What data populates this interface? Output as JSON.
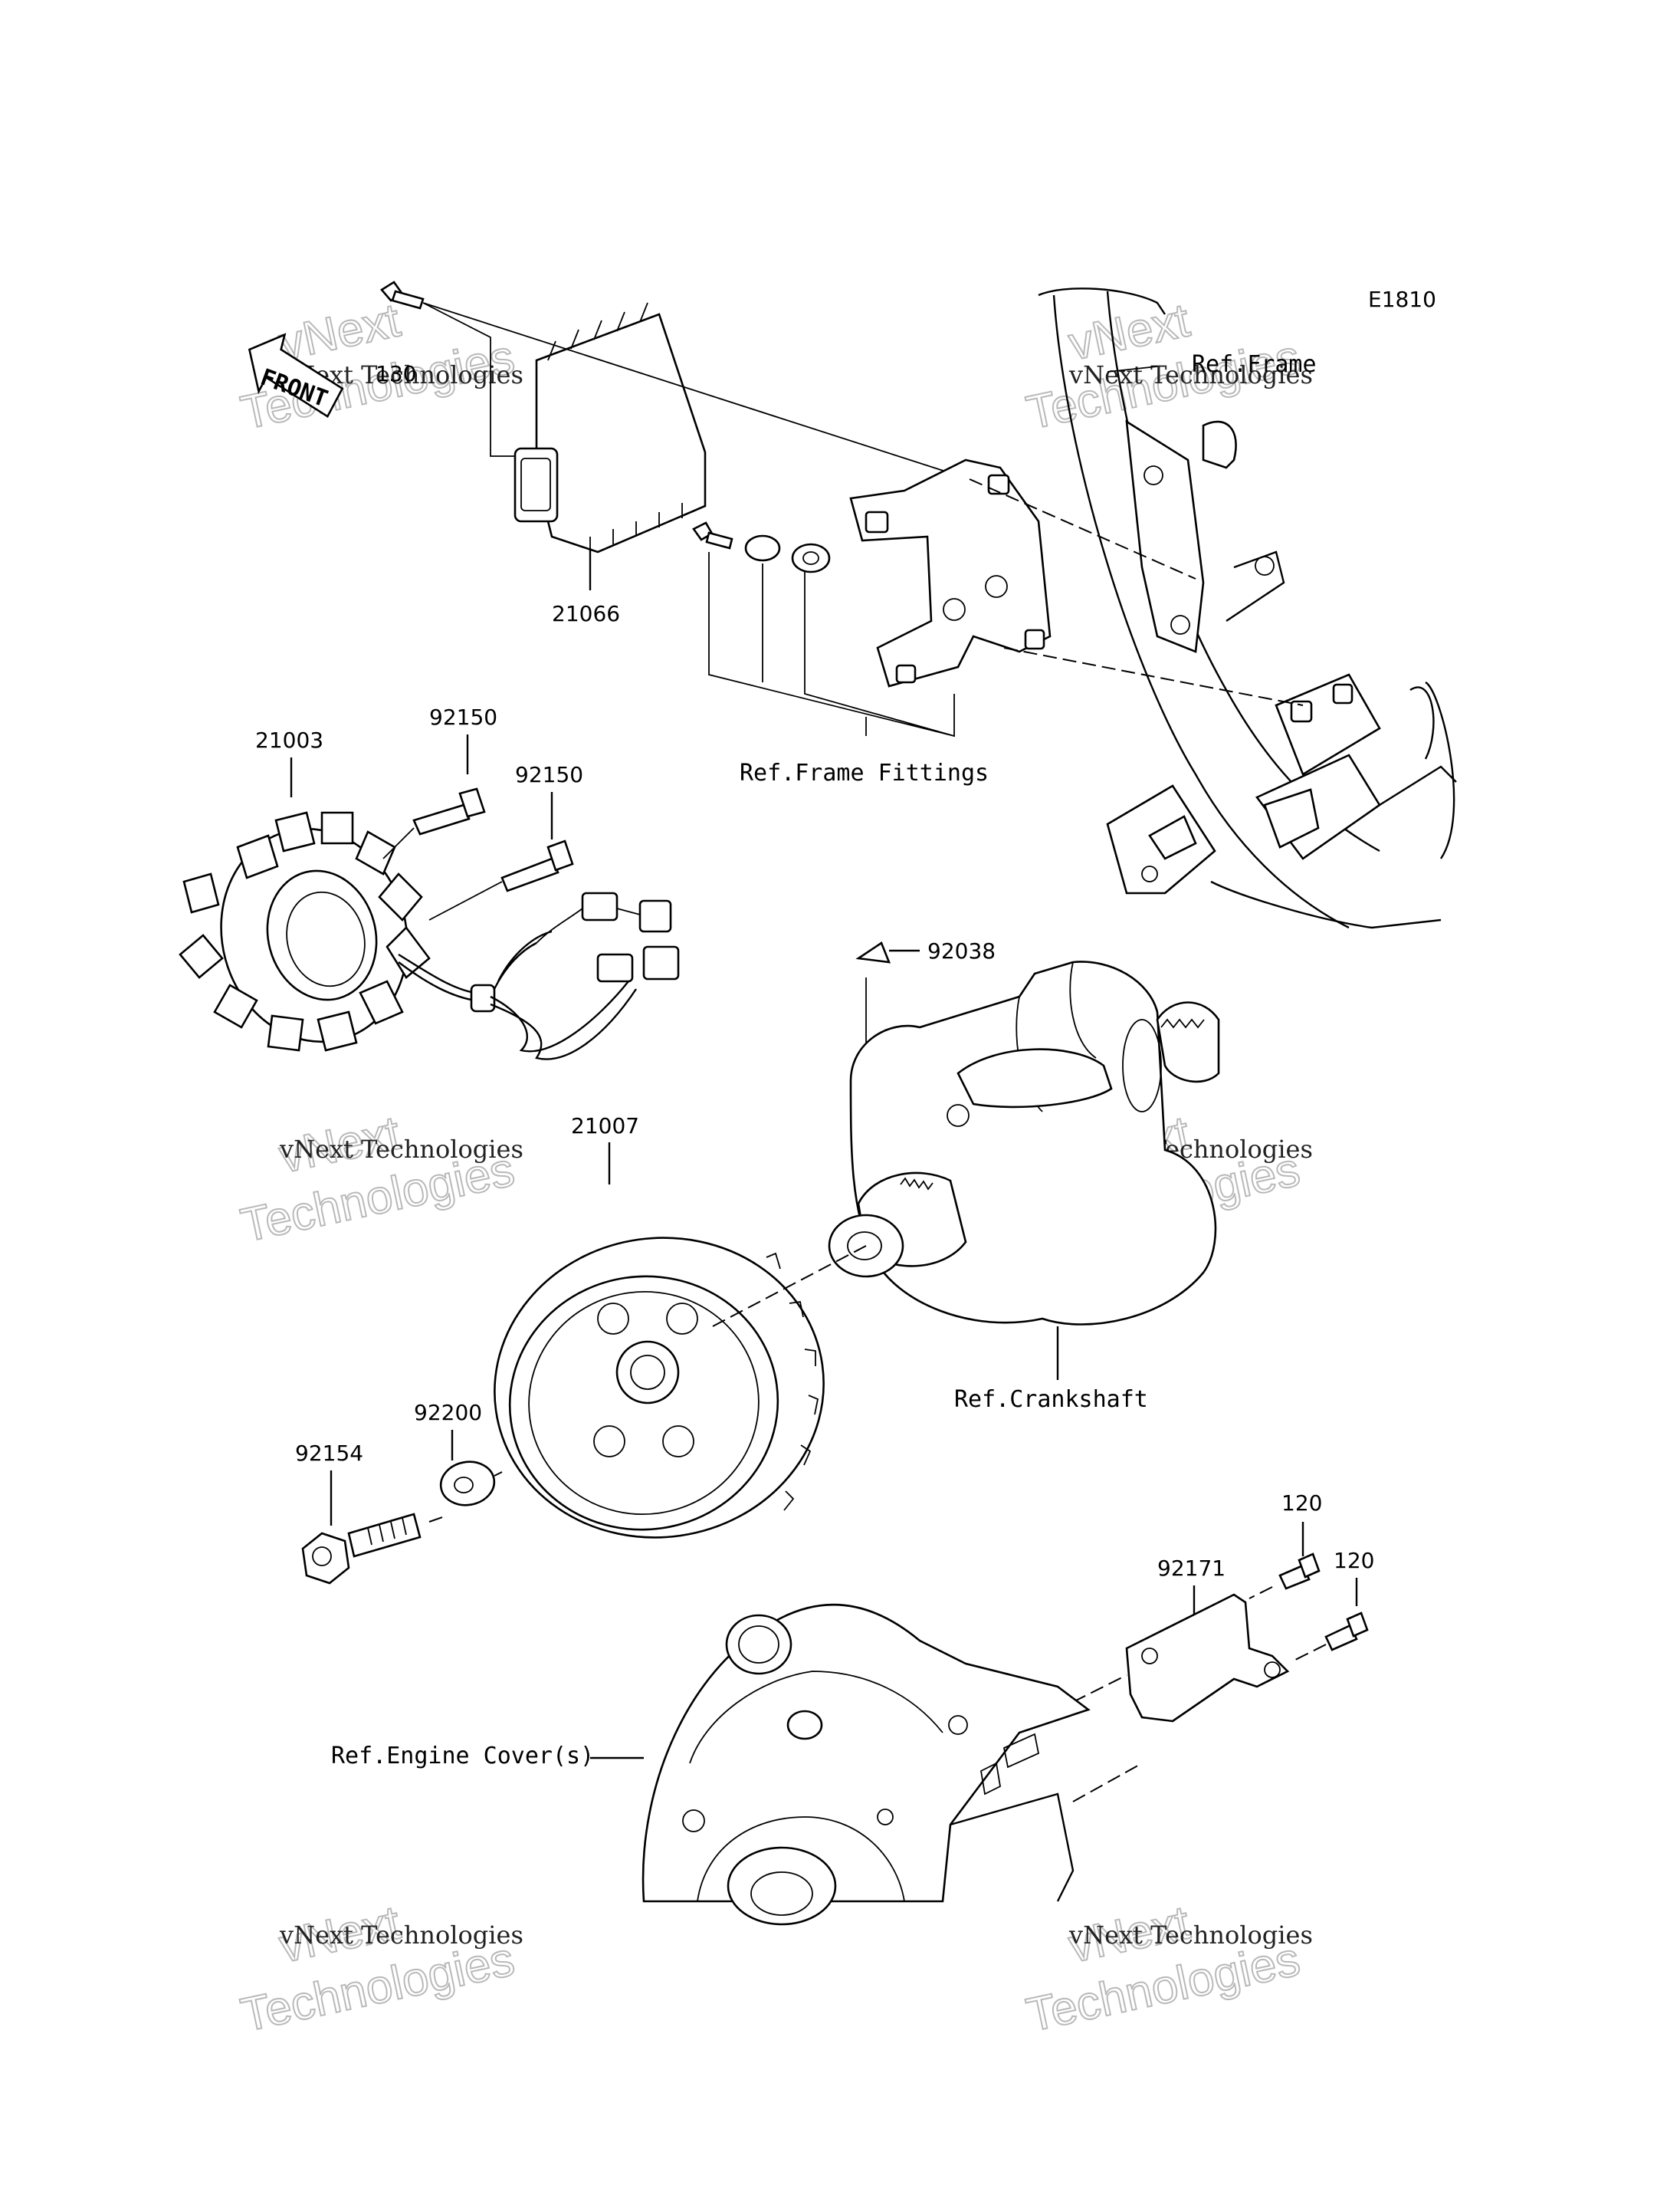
{
  "diagram_code": "E1810",
  "front_arrow_label": "FRONT",
  "watermark": {
    "line1": "vNext Technologies",
    "line2": "vNext",
    "line3": "Technologies"
  },
  "labels": {
    "p130": "130",
    "p21066": "21066",
    "ref_frame": "Ref.Frame",
    "ref_frame_fittings": "Ref.Frame Fittings",
    "p21003": "21003",
    "p92150a": "92150",
    "p92150b": "92150",
    "p92038": "92038",
    "p21007": "21007",
    "ref_crankshaft": "Ref.Crankshaft",
    "p92200": "92200",
    "p92154": "92154",
    "p120a": "120",
    "p120b": "120",
    "p92171": "92171",
    "ref_engine_cover": "Ref.Engine Cover(s)"
  }
}
